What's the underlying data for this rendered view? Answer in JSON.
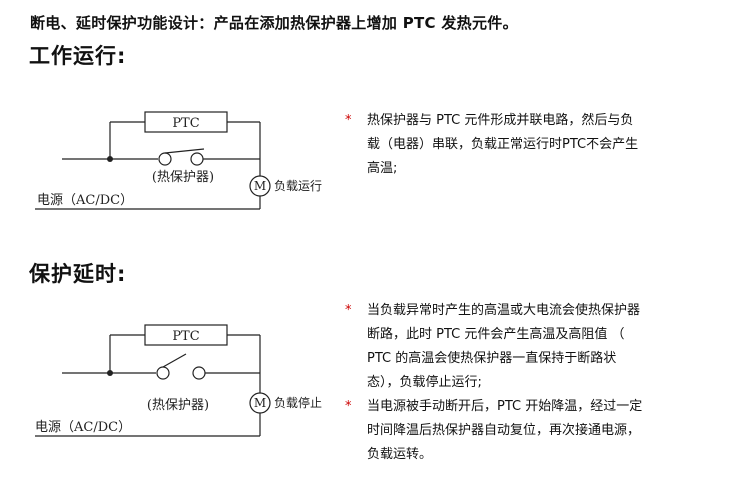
{
  "headline": "断电、延时保护功能设计：产品在添加热保护器上增加 PTC 发热元件。",
  "section1": {
    "title": "工作运行:",
    "diagram": {
      "ptc_label": "PTC",
      "protector_label": "(热保护器)",
      "motor_label": "M",
      "load_label": "负载运行",
      "source_label": "电源（AC/DC）"
    },
    "notes": [
      {
        "bullet": "*",
        "text": "热保护器与 PTC 元件形成并联电路，然后与负载（电器）串联，负载正常运行时PTC不会产生高温;"
      }
    ]
  },
  "section2": {
    "title": "保护延时:",
    "diagram": {
      "ptc_label": "PTC",
      "protector_label": "(热保护器)",
      "motor_label": "M",
      "load_label": "负载停止",
      "source_label": "电源（AC/DC）"
    },
    "notes": [
      {
        "bullet": "*",
        "text": "当负载异常时产生的高温或大电流会使热保护器断路，此时 PTC 元件会产生高温及高阻值 （ PTC 的高温会使热保护器一直保持于断路状态），负载停止运行;"
      },
      {
        "bullet": "*",
        "text": "当电源被手动断开后，PTC 开始降温，经过一定时间降温后热保护器自动复位，再次接通电源，负载运转。"
      }
    ]
  }
}
